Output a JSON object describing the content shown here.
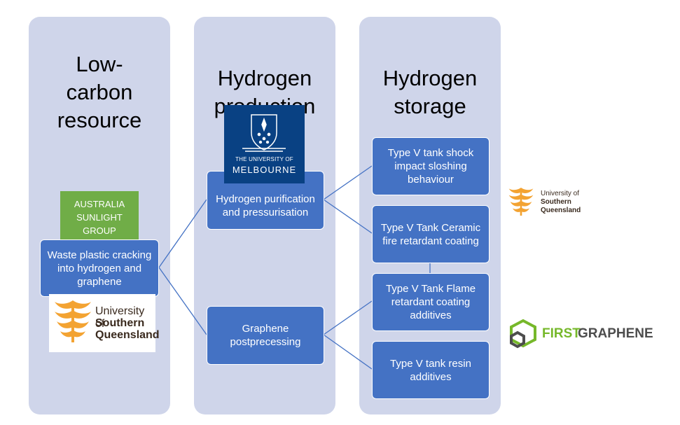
{
  "columns": [
    {
      "title": "Low-\ncarbon\nresource"
    },
    {
      "title": "Hydrogen\nproduction"
    },
    {
      "title": "Hydrogen\nstorage"
    }
  ],
  "boxes": {
    "waste_plastic": "Waste plastic cracking\ninto hydrogen and\ngraphene",
    "hydrogen_purification": "Hydrogen purification\nand pressurisation",
    "graphene_post": "Graphene\npostprecessing",
    "shock_impact": "Type V tank shock\nimpact sloshing\nbehaviour",
    "ceramic": "Type V Tank Ceramic\nfire retardant coating",
    "flame": "Type V Tank Flame\nretardant coating\nadditives",
    "resin": "Type V tank resin\nadditives"
  },
  "partners": {
    "australia_sunlight": "AUSTRALIA\nSUNLIGHT\nGROUP",
    "melbourne_line1": "THE UNIVERSITY OF",
    "melbourne_line2": "MELBOURNE",
    "usq_small_1": "University of",
    "usq_small_2": "Southern",
    "usq_small_3": "Queensland",
    "usq_large_1": "University of",
    "usq_large_2": "Southern",
    "usq_large_3": "Queensland",
    "first_graphene_a": "FIRST",
    "first_graphene_b": "GRAPHENE"
  },
  "colors": {
    "column_bg": "#cfd5ea",
    "box_fill": "#4472c4",
    "connector": "#4472c4",
    "green_box": "#70ad47",
    "melbourne_navy": "#094183",
    "usq_gold": "#f3a332",
    "usq_text": "#3a2a1e",
    "first_graphene_green": "#76b82a",
    "first_graphene_dark": "#4d4d4d"
  },
  "icons": [
    "melbourne-crest-icon",
    "usq-tree-icon",
    "first-graphene-hexagon-icon"
  ]
}
